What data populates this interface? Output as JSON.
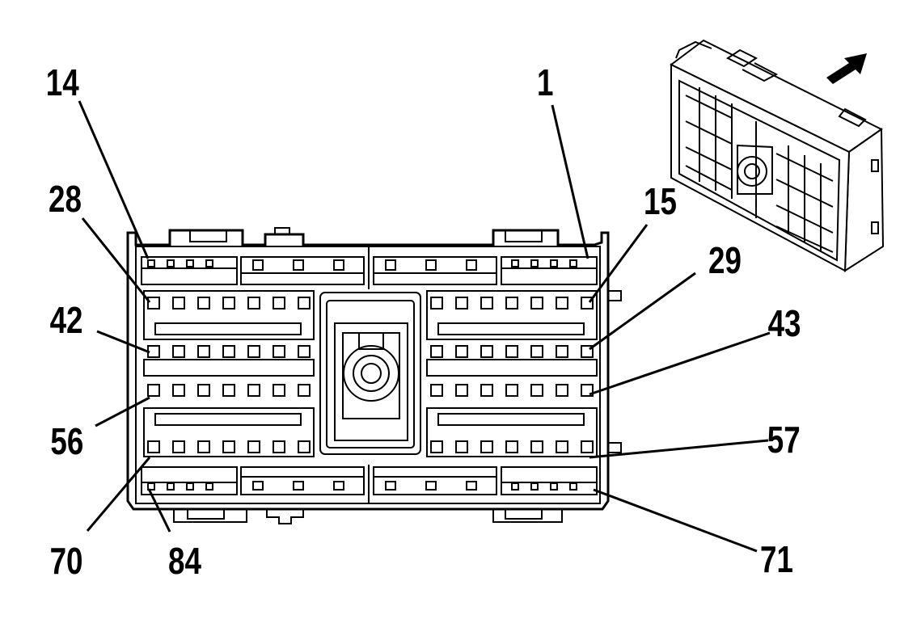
{
  "diagram": {
    "pin_labels": [
      {
        "id": "p14",
        "text": "14"
      },
      {
        "id": "p1",
        "text": "1"
      },
      {
        "id": "p28",
        "text": "28"
      },
      {
        "id": "p15",
        "text": "15"
      },
      {
        "id": "p29",
        "text": "29"
      },
      {
        "id": "p42",
        "text": "42"
      },
      {
        "id": "p43",
        "text": "43"
      },
      {
        "id": "p56",
        "text": "56"
      },
      {
        "id": "p57",
        "text": "57"
      },
      {
        "id": "p70",
        "text": "70"
      },
      {
        "id": "p84",
        "text": "84"
      },
      {
        "id": "p71",
        "text": "71"
      }
    ],
    "line_color": "#000000",
    "background": "#ffffff",
    "orientation_arrow": "arrow-up-right-icon"
  }
}
